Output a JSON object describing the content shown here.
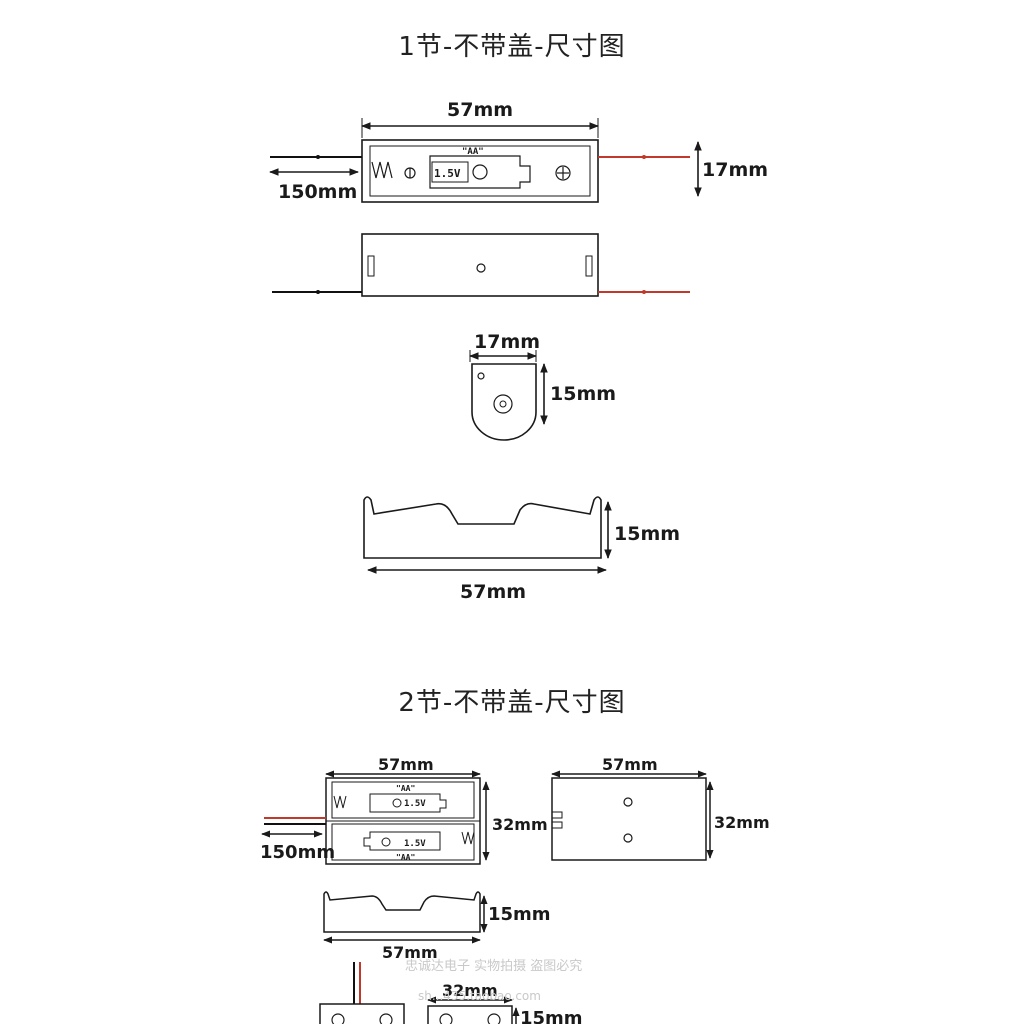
{
  "section1": {
    "title": "1节-不带盖-尺寸图",
    "top_view": {
      "length": "57mm",
      "height": "17mm",
      "wire": "150mm",
      "cell_label": "1.5V",
      "cell_type": "\"AA\""
    },
    "end_view": {
      "width": "17mm",
      "height": "15mm"
    },
    "side_view": {
      "height": "15mm",
      "length": "57mm"
    }
  },
  "section2": {
    "title": "2节-不带盖-尺寸图",
    "top_view": {
      "length": "57mm",
      "width": "32mm",
      "wire": "150mm",
      "cell_label_1": "1.5V",
      "cell_label_2": "1.5V",
      "cell_type_1": "\"AA\"",
      "cell_type_2": "\"AA\""
    },
    "bottom_view": {
      "length": "57mm",
      "width": "32mm"
    },
    "side_view": {
      "height": "15mm",
      "length": "57mm"
    },
    "end_view": {
      "width": "32mm",
      "height": "15mm"
    }
  },
  "watermark": {
    "line1": "忠诚达电子 实物拍摄 盗图必究",
    "line2": "sh...435.taobao.com"
  },
  "colors": {
    "line": "#1a1a1a",
    "wire_black": "#111111",
    "wire_red": "#c0392b"
  }
}
